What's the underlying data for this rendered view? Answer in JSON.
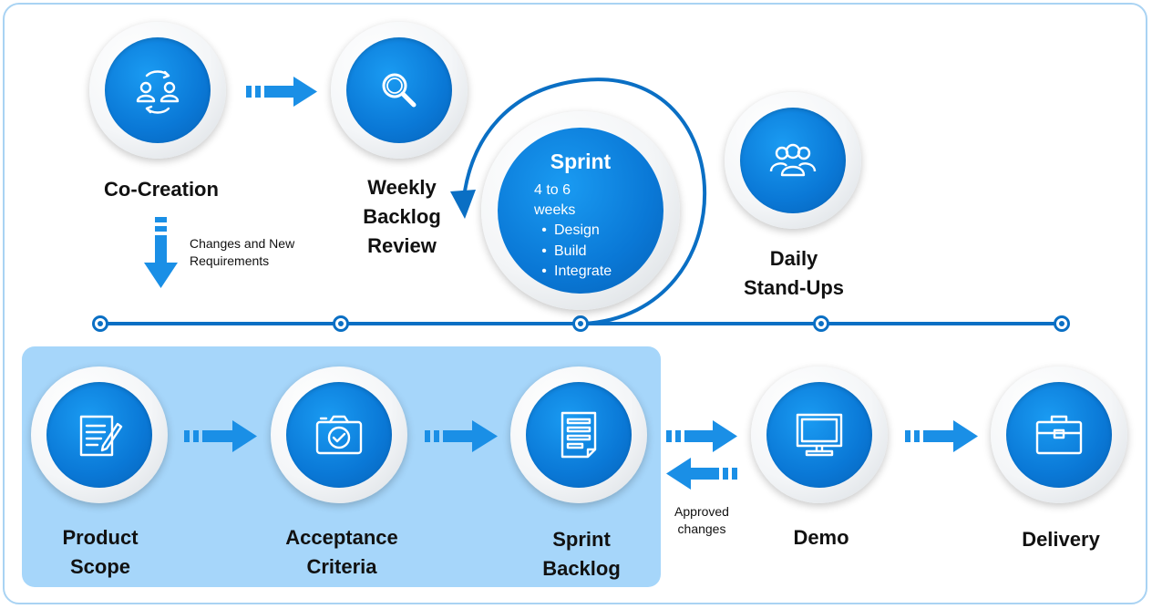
{
  "steps": {
    "co_creation": "Co-Creation",
    "weekly_review": "Weekly\nBacklog\nReview",
    "daily_standups": "Daily\nStand-Ups",
    "product_scope": "Product\nScope",
    "acceptance_criteria": "Acceptance\nCriteria",
    "sprint_backlog": "Sprint\nBacklog",
    "demo": "Demo",
    "delivery": "Delivery"
  },
  "sprint": {
    "title": "Sprint",
    "duration": "4 to 6\nweeks",
    "items": [
      "Design",
      "Build",
      "Integrate"
    ]
  },
  "notes": {
    "changes": "Changes and New\nRequirements",
    "approved": "Approved\nchanges"
  },
  "icons": {
    "co_creation": "people-exchange-icon",
    "weekly_review": "magnifier-icon",
    "daily_standups": "team-icon",
    "product_scope": "document-pen-icon",
    "acceptance_criteria": "camera-check-icon",
    "sprint_backlog": "backlog-list-icon",
    "demo": "monitor-icon",
    "delivery": "briefcase-icon"
  },
  "colors": {
    "primary_blue": "#0a78d6",
    "arrow_blue": "#1a8fe6",
    "panel_blue": "#a6d6fa",
    "timeline": "#0a6fc4"
  }
}
